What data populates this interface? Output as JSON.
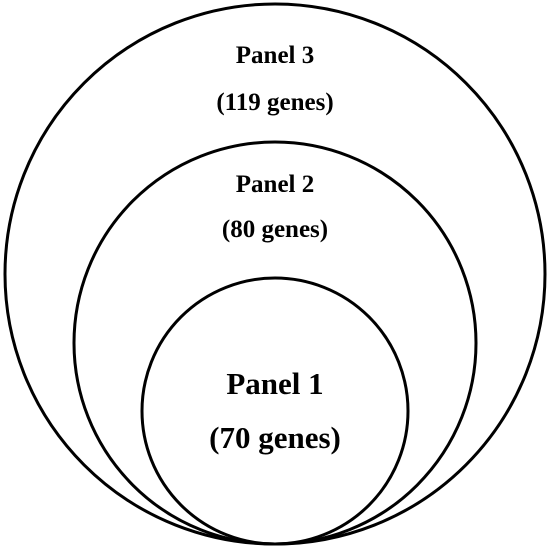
{
  "diagram": {
    "panels": [
      {
        "id": "panel-3",
        "name": "Panel 3",
        "count": "(119 genes)"
      },
      {
        "id": "panel-2",
        "name": "Panel 2",
        "count": "(80 genes)"
      },
      {
        "id": "panel-1",
        "name": "Panel 1",
        "count": "(70 genes)"
      }
    ],
    "colors": {
      "stroke": "#000000",
      "background": "#ffffff",
      "text": "#000000"
    }
  }
}
